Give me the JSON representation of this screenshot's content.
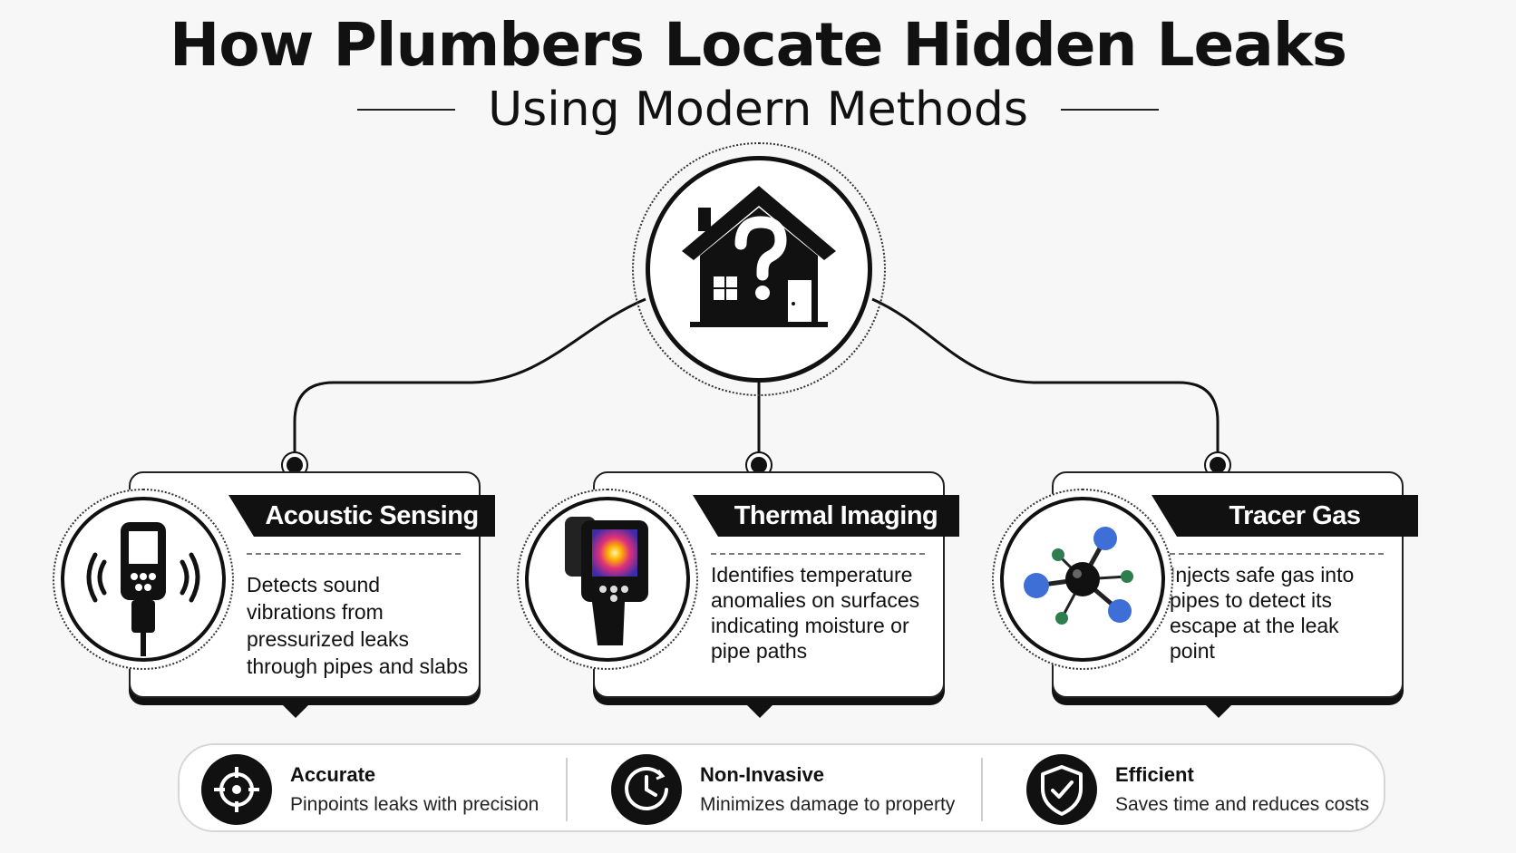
{
  "title": "How Plumbers Locate Hidden Leaks",
  "subtitle": "Using Modern Methods",
  "center_icon": "house-question-icon",
  "methods": [
    {
      "title": "Acoustic Sensing",
      "description": "Detects sound vibrations from pressurized leaks through pipes and slabs",
      "icon": "acoustic-detector-icon"
    },
    {
      "title": "Thermal Imaging",
      "description": "Identifies temperature anomalies on surfaces indicating moisture or pipe paths",
      "icon": "thermal-camera-icon"
    },
    {
      "title": "Tracer Gas",
      "description": "Injects safe gas into pipes to detect its escape at the leak point",
      "icon": "gas-molecule-icon"
    }
  ],
  "benefits": [
    {
      "title": "Accurate",
      "description": "Pinpoints leaks with precision",
      "icon": "crosshair-icon"
    },
    {
      "title": "Non-Invasive",
      "description": "Minimizes damage to property",
      "icon": "clock-icon"
    },
    {
      "title": "Efficient",
      "description": "Saves time and reduces costs",
      "icon": "shield-check-icon"
    }
  ],
  "colors": {
    "primary": "#111111",
    "background": "#f7f7f7",
    "molecule_blue": "#3d6fd6",
    "molecule_green": "#2e7d4f"
  }
}
